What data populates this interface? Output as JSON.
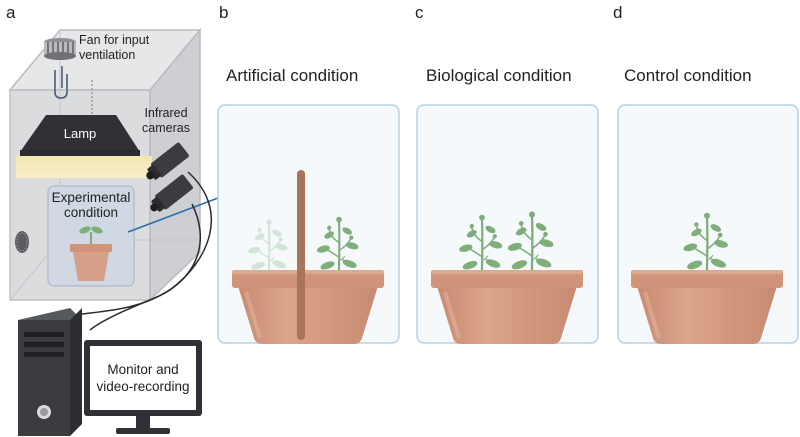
{
  "panels": {
    "a": {
      "letter": "a",
      "labels": {
        "fan_line1": "Fan for input",
        "fan_line2": "ventilation",
        "cameras_line1": "Infrared",
        "cameras_line2": "cameras",
        "lamp": "Lamp",
        "experimental_line1": "Experimental",
        "experimental_line2": "condition",
        "monitor_line1": "Monitor and",
        "monitor_line2": "video-recording"
      }
    },
    "b": {
      "letter": "b",
      "title": "Artificial condition"
    },
    "c": {
      "letter": "c",
      "title": "Biological condition"
    },
    "d": {
      "letter": "d",
      "title": "Control condition"
    }
  },
  "colors": {
    "chamber_fill": "#d9dadc",
    "chamber_stroke": "#b9bbbf",
    "lamp": "#2f3136",
    "light_glow": "#f6ecc2",
    "panel_border": "#b9cfe2",
    "panel_fill": "#f5f9fc",
    "pot": "#d29b82",
    "pot_rim": "#c98a6f",
    "plant": "#7fae7b",
    "stick": "#a9745a",
    "pc": "#3a3c40"
  },
  "icons": [
    "fan-icon",
    "lamp-icon",
    "infrared-camera-icon",
    "speaker-grille-icon",
    "computer-tower-icon",
    "monitor-icon",
    "plant-icon",
    "pot-icon",
    "stick-icon"
  ]
}
